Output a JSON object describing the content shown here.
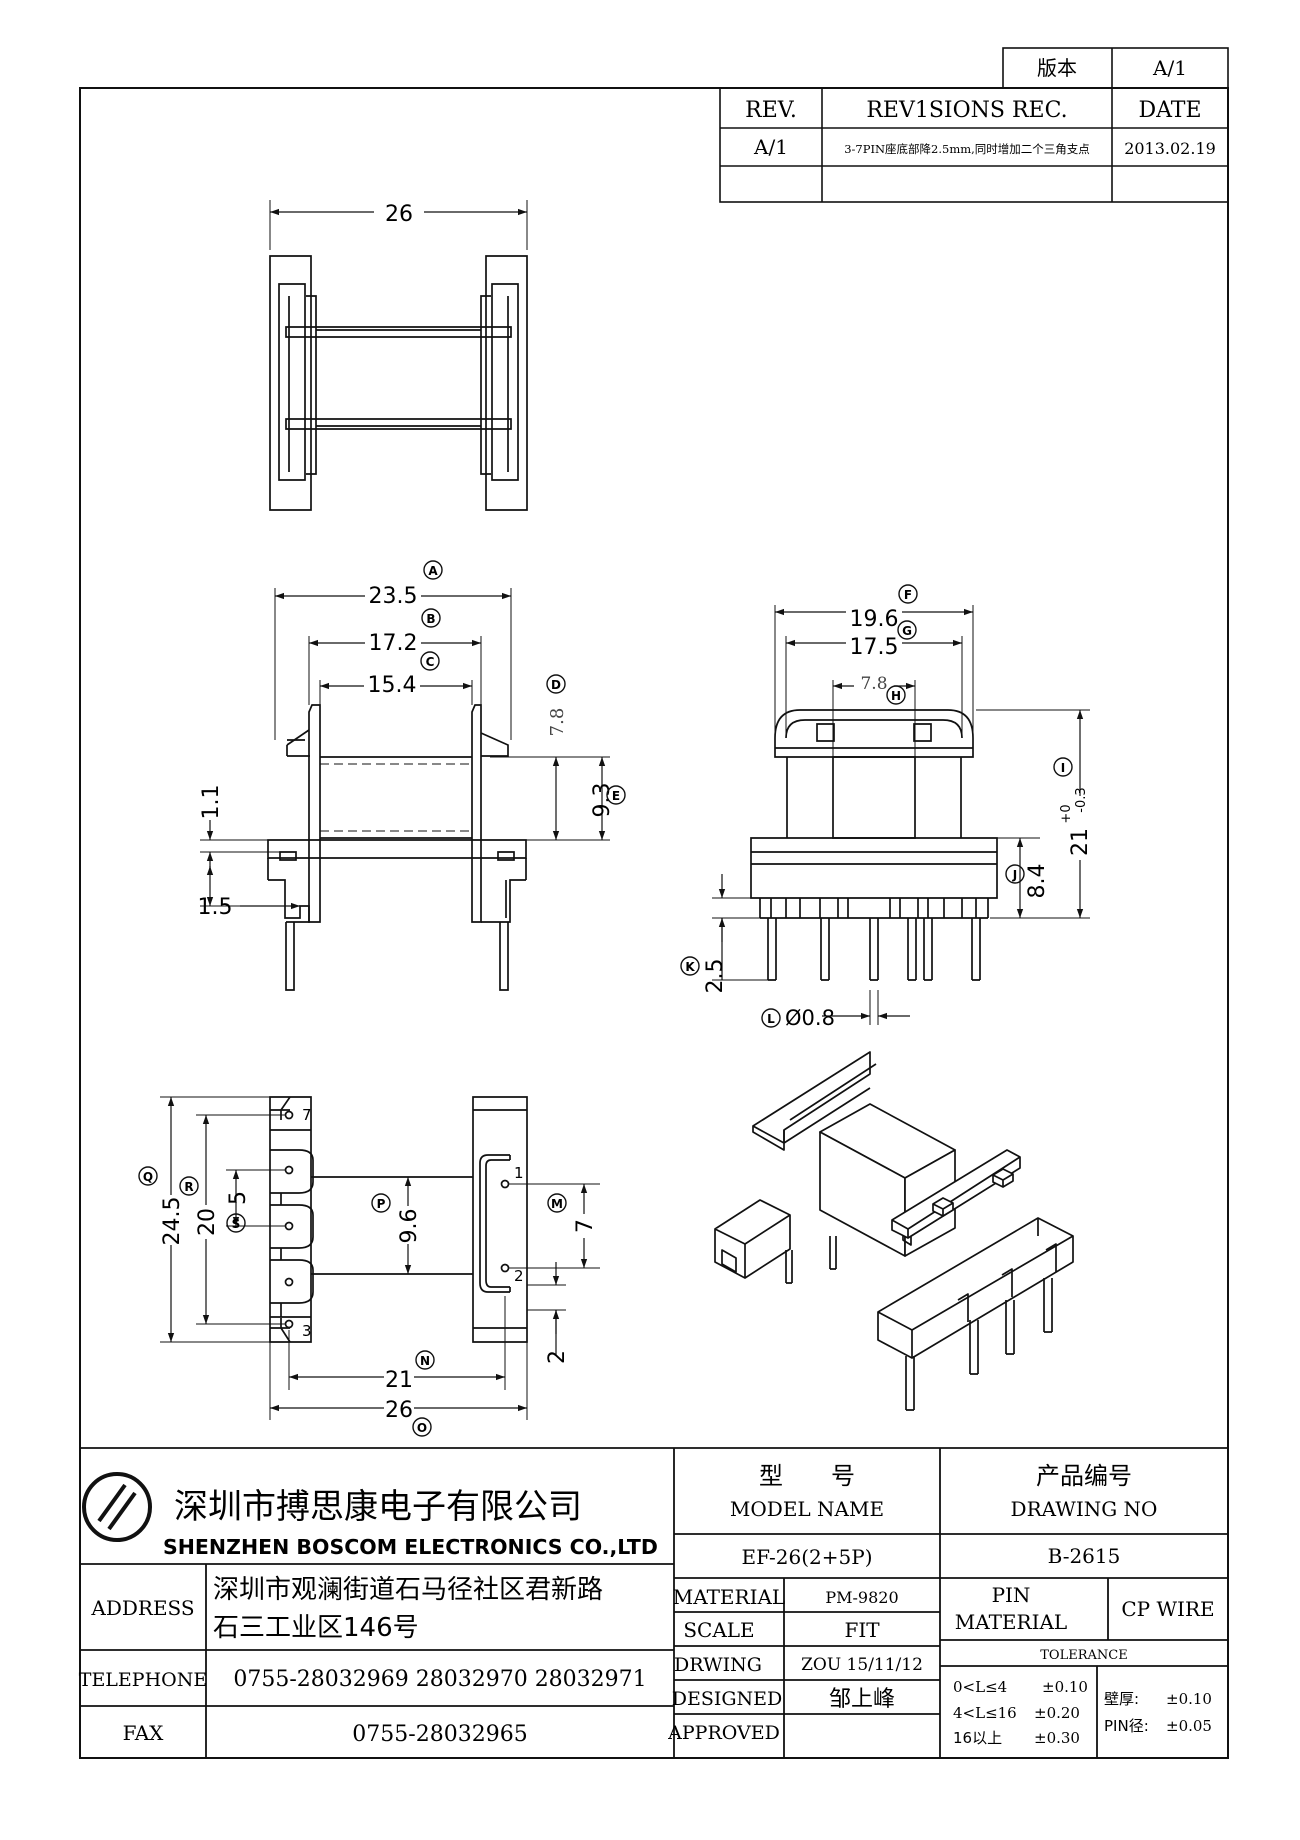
{
  "version_box": {
    "label": "版本",
    "value": "A/1"
  },
  "revisions": {
    "headers": {
      "rev": "REV.",
      "rec": "REV1SIONS REC.",
      "date": "DATE"
    },
    "rows": [
      {
        "rev": "A/1",
        "rec": "3-7PIN座底部降2.5mm,同时增加二个三角支点",
        "date": "2013.02.19"
      }
    ]
  },
  "top_view": {
    "width_dim": "26"
  },
  "front_view": {
    "dim_a": "23.5",
    "dim_b": "17.2",
    "dim_c": "15.4",
    "dim_d": "7.8",
    "dim_e": "9.3",
    "dim_11": "1.1",
    "dim_15": "1.5",
    "tags": {
      "a": "A",
      "b": "B",
      "c": "C",
      "d": "D",
      "e": "E"
    }
  },
  "side_view": {
    "dim_f": "19.6",
    "dim_g": "17.5",
    "dim_h": "7.8",
    "dim_i": "21",
    "dim_i_tol_upper": "+0",
    "dim_i_tol_lower": "-0.3",
    "dim_j": "8.4",
    "dim_k": "2.5",
    "dim_l": "Ø0.8",
    "tags": {
      "f": "F",
      "g": "G",
      "h": "H",
      "i": "I",
      "j": "J",
      "k": "K",
      "l": "L"
    }
  },
  "bottom_view": {
    "dim_q": "24.5",
    "dim_r": "20",
    "dim_s": "5",
    "dim_p": "9.6",
    "dim_m": "7",
    "dim_2": "2",
    "dim_n": "21",
    "dim_o": "26",
    "pin_labels": {
      "p7": "7",
      "p3": "3",
      "p1": "1",
      "p2": "2"
    },
    "tags": {
      "q": "Q",
      "r": "R",
      "s": "S",
      "p": "P",
      "m": "M",
      "n": "N",
      "o": "O"
    }
  },
  "company": {
    "name_cn": "深圳市搏思康电子有限公司",
    "name_en": "SHENZHEN BOSCOM ELECTRONICS CO.,LTD",
    "address_label": "ADDRESS",
    "address_line1": "深圳市观澜街道石马径社区君新路",
    "address_line2": "石三工业区146号",
    "telephone_label": "TELEPHONE",
    "telephone": "0755-28032969 28032970 28032971",
    "fax_label": "FAX",
    "fax": "0755-28032965"
  },
  "title_block": {
    "model_cn": "型　　号",
    "model_en": "MODEL NAME",
    "model_value": "EF-26(2+5P)",
    "drawing_cn": "产品编号",
    "drawing_en": "DRAWING NO",
    "drawing_value": "B-2615",
    "material_label": "MATERIAL",
    "material_value": "PM-9820",
    "pin_material_line1": "PIN",
    "pin_material_line2": "MATERIAL",
    "pin_material_value": "CP WIRE",
    "scale_label": "SCALE",
    "scale_value": "FIT",
    "tolerance_label": "TOLERANCE",
    "drawing_label": "DRWING",
    "drawing_by": "ZOU 15/11/12",
    "designed_label": "DESIGNED",
    "designed_by": "邹上峰",
    "approved_label": "APPROVED",
    "tol_rows": [
      {
        "range": "0<L≤4",
        "value": "±0.10"
      },
      {
        "range": "4<L≤16",
        "value": "±0.20"
      },
      {
        "range": "16以上",
        "value": "±0.30"
      }
    ],
    "wall_label": "壁厚:",
    "wall_value": "±0.10",
    "pin_dia_label": "PIN径:",
    "pin_dia_value": "±0.05"
  }
}
